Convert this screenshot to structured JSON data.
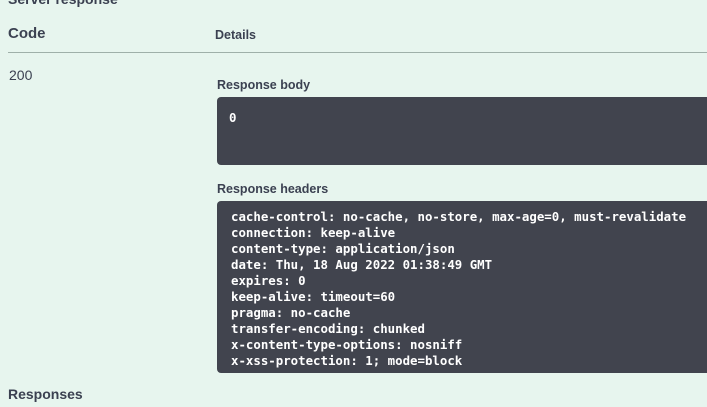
{
  "server_response": {
    "title": "Server response",
    "table": {
      "code_header": "Code",
      "details_header": "Details"
    },
    "response": {
      "code": "200",
      "body_label": "Response body",
      "body": "0",
      "headers_label": "Response headers",
      "headers": [
        "cache-control: no-cache, no-store, max-age=0, must-revalidate",
        "connection: keep-alive",
        "content-type: application/json",
        "date: Thu, 18 Aug 2022 01:38:49 GMT",
        "expires: 0",
        "keep-alive: timeout=60",
        "pragma: no-cache",
        "transfer-encoding: chunked",
        "x-content-type-options: nosniff",
        "x-xss-protection: 1; mode=block"
      ]
    }
  },
  "responses_section": {
    "title": "Responses"
  },
  "colors": {
    "panel_background": "#e7f5ee",
    "code_block_background": "#41444e",
    "code_block_text": "#ffffff",
    "heading_text": "#3b4151",
    "divider": "#9fb0a9"
  }
}
